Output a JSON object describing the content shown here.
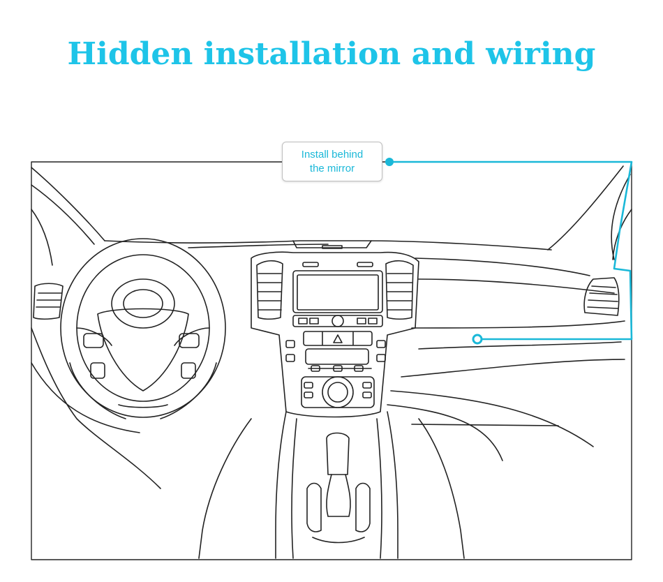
{
  "page": {
    "title": "Hidden installation and wiring"
  },
  "callout": {
    "line1": "Install behind",
    "line2": "the mirror"
  },
  "colors": {
    "accent": "#1ec4e8",
    "wire": "#1ab8d8",
    "line_art": "#222222"
  }
}
